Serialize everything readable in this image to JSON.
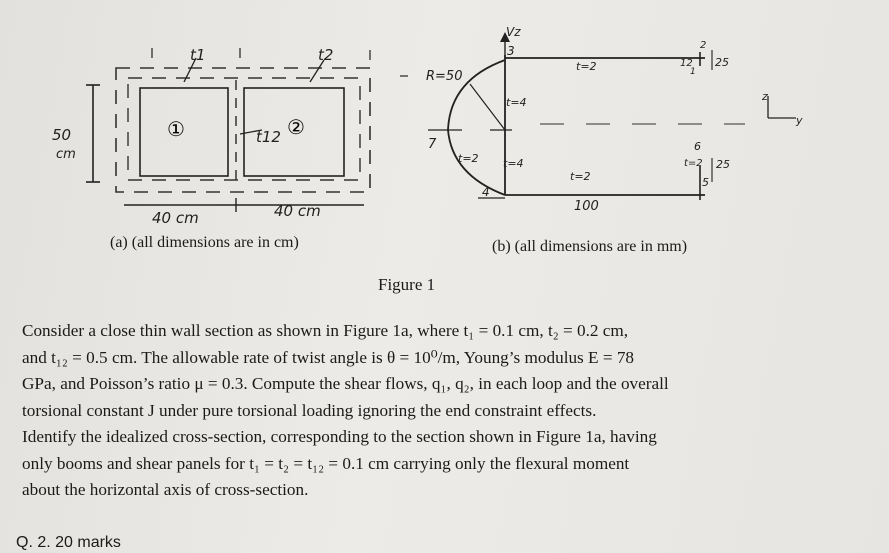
{
  "figure_a": {
    "labels": {
      "t1": "t1",
      "t2": "t2",
      "t12": "t12",
      "cell1": "①",
      "cell2": "②",
      "height": "50",
      "height_unit": "cm",
      "width1": "40 cm",
      "width2": "40 cm"
    },
    "caption": "(a) (all dimensions are in cm)"
  },
  "figure_b": {
    "labels": {
      "radius": "R=50",
      "vz": "Vz",
      "three": "3",
      "t4_top": "t=4",
      "t2_top": "t=2",
      "seven": "7",
      "t2_left": "t=2",
      "t4_mid": "t=4",
      "four": "4",
      "t2_bottom": "t=2",
      "hundred": "100",
      "dim_top_1": "2",
      "dim_top_12": "12",
      "dim_top_1b": "1",
      "dim_top_25": "25",
      "dim_bot_6": "6",
      "dim_bot_t2": "t=2",
      "dim_bot_25": "25",
      "dim_bot_5": "5",
      "axis_z": "z",
      "axis_y": "y"
    },
    "caption": "(b) (all dimensions are in mm)"
  },
  "figure_title": "Figure 1",
  "body_lines": [
    "Consider a close thin wall section as shown in Figure 1a, where t₁ = 0.1 cm, t₂ = 0.2 cm,",
    "and t₁₂ = 0.5 cm. The allowable rate of twist angle is θ = 10⁰/m, Young’s modulus E = 78",
    "GPa, and Poisson’s ratio μ = 0.3. Compute the shear flows, q₁, q₂, in each loop and the overall",
    "torsional constant J under pure torsional loading ignoring the end constraint effects.",
    "Identify the idealized cross-section, corresponding to the section shown in Figure 1a, having",
    "only booms and shear panels for t₁ = t₂ = t₁₂ = 0.1 cm carrying only the flexural moment",
    "about the horizontal axis of cross-section."
  ],
  "question_line": "Q. 2. 20 marks"
}
